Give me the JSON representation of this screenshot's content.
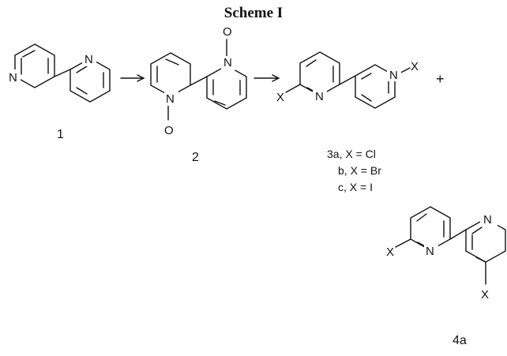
{
  "scheme_title": "Scheme I",
  "atoms": {
    "n": "N",
    "o": "O",
    "x": "X",
    "plus": "+"
  },
  "compounds": {
    "c1": "1",
    "c2": "2",
    "c4": "4a"
  },
  "compound3_labels": [
    "3a, X = Cl",
    "b, X = Br",
    "c, X = I"
  ]
}
